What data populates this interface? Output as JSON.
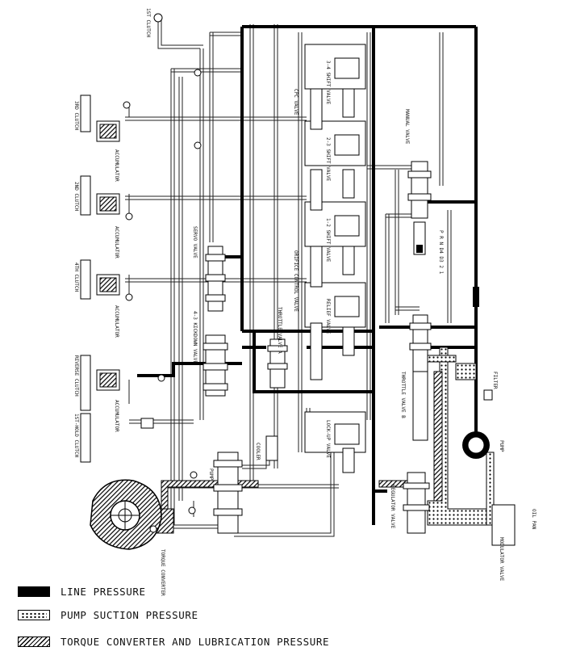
{
  "legend": {
    "line_pressure": "LINE PRESSURE",
    "pump_suction": "PUMP SUCTION PRESSURE",
    "torque_converter": "TORQUE CONVERTER AND LUBRICATION PRESSURE"
  },
  "labels": {
    "top_left_tag": "1ST CLUTCH",
    "accumulator_a": "ACCUMULATOR",
    "accumulator_b": "ACCUMULATOR",
    "accumulator_c": "ACCUMULATOR",
    "accumulator_d": "ACCUMULATOR",
    "clutch_3rd": "3RD CLUTCH",
    "clutch_2nd": "2ND CLUTCH",
    "clutch_4th": "4TH CLUTCH",
    "reverse_clutch": "REVERSE CLUTCH",
    "low_hold": "1ST-HOLD CLUTCH",
    "manual_valve": "MANUAL VALVE",
    "cooler": "COOLER",
    "pump": "PUMP",
    "filter": "FILTER",
    "regulator": "REGULATOR VALVE",
    "torque_converter": "TORQUE CONVERTER",
    "main_valve": "MODULATOR VALVE",
    "shift_4_3": "4-3 KICKDOWN VALVE",
    "relief": "RELIEF VALVE",
    "lockup": "LOCK-UP VALVE",
    "servo": "SERVO VALVE",
    "throttle_a": "THROTTLE VALVE A",
    "throttle_b": "THROTTLE VALVE B",
    "cpc": "CPC VALVE",
    "shift_1_2": "1-2 SHIFT VALVE",
    "shift_2_3": "2-3 SHIFT VALVE",
    "shift_3_4": "3-4 SHIFT VALVE",
    "orifice": "ORIFICE CONTROL VALVE",
    "gear_positions": "P R N D4 D3 2 1",
    "oil_pan": "OIL PAN"
  }
}
